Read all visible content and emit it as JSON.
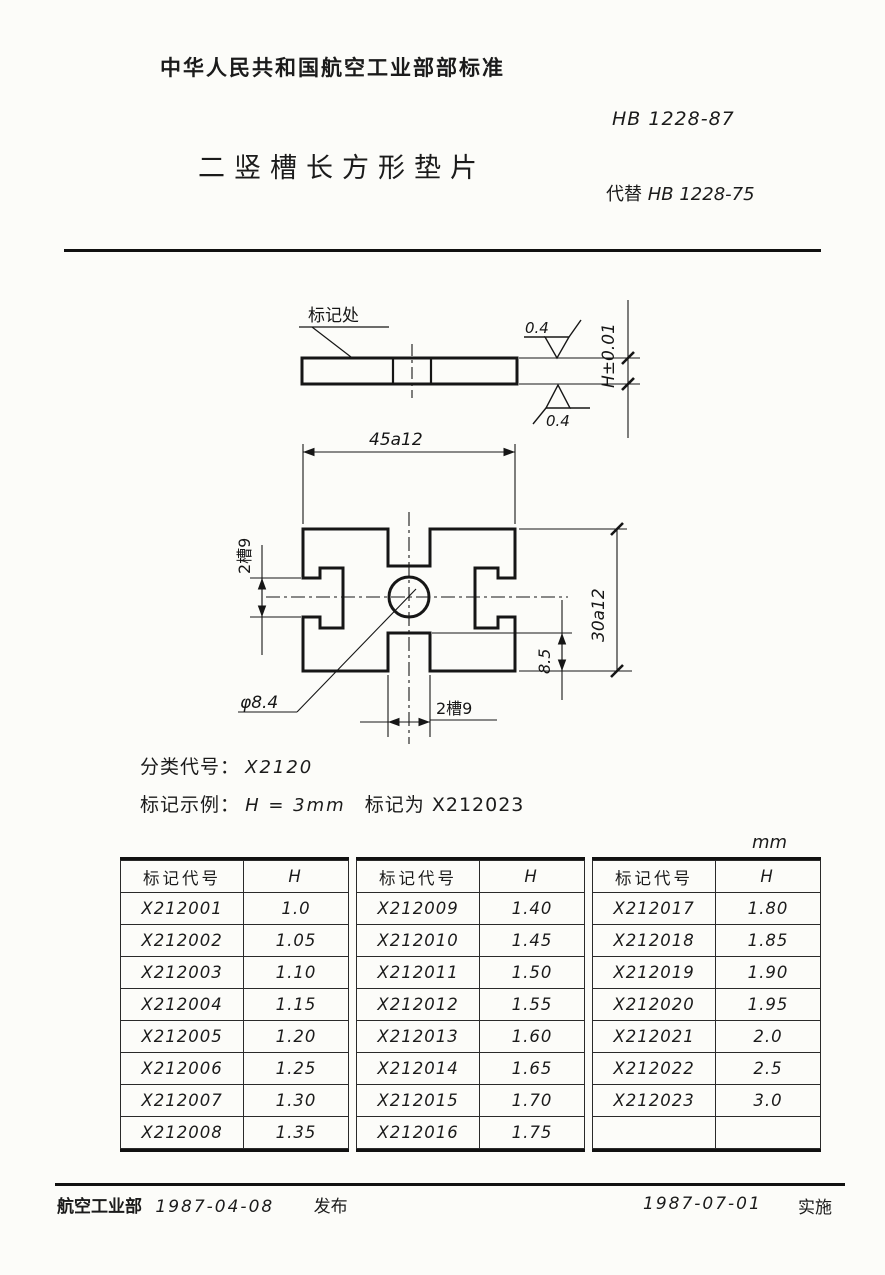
{
  "header": {
    "org_line": "中华人民共和国航空工业部部标准",
    "std_no": "HB 1228-87",
    "title": "二竖槽长方形垫片",
    "supersedes_label": "代替",
    "supersedes_no": "HB 1228-75"
  },
  "drawing": {
    "mark_label": "标记处",
    "rough_top": "0.4",
    "rough_bottom": "0.4",
    "dim_thickness": "H±0.01",
    "dim_width": "45a12",
    "dim_height": "30a12",
    "dim_slot_left": "2槽9",
    "dim_slot_bottom": "2槽9",
    "dim_hole": "φ8.4",
    "dim_depth": "8.5"
  },
  "classification": {
    "label": "分类代号：",
    "value": "X2120"
  },
  "example": {
    "label": "标记示例：",
    "formula": "H = 3mm",
    "text": "标记为 X212023"
  },
  "table": {
    "unit": "mm",
    "col_code": "标记代号",
    "col_h": "H",
    "groups": [
      {
        "rows": [
          {
            "code": "X212001",
            "h": "1.0"
          },
          {
            "code": "X212002",
            "h": "1.05"
          },
          {
            "code": "X212003",
            "h": "1.10"
          },
          {
            "code": "X212004",
            "h": "1.15"
          },
          {
            "code": "X212005",
            "h": "1.20"
          },
          {
            "code": "X212006",
            "h": "1.25"
          },
          {
            "code": "X212007",
            "h": "1.30"
          },
          {
            "code": "X212008",
            "h": "1.35"
          }
        ]
      },
      {
        "rows": [
          {
            "code": "X212009",
            "h": "1.40"
          },
          {
            "code": "X212010",
            "h": "1.45"
          },
          {
            "code": "X212011",
            "h": "1.50"
          },
          {
            "code": "X212012",
            "h": "1.55"
          },
          {
            "code": "X212013",
            "h": "1.60"
          },
          {
            "code": "X212014",
            "h": "1.65"
          },
          {
            "code": "X212015",
            "h": "1.70"
          },
          {
            "code": "X212016",
            "h": "1.75"
          }
        ]
      },
      {
        "rows": [
          {
            "code": "X212017",
            "h": "1.80"
          },
          {
            "code": "X212018",
            "h": "1.85"
          },
          {
            "code": "X212019",
            "h": "1.90"
          },
          {
            "code": "X212020",
            "h": "1.95"
          },
          {
            "code": "X212021",
            "h": "2.0"
          },
          {
            "code": "X212022",
            "h": "2.5"
          },
          {
            "code": "X212023",
            "h": "3.0"
          },
          {
            "code": "",
            "h": ""
          }
        ]
      }
    ]
  },
  "footer": {
    "issuer": "航空工业部",
    "issue_date": "1987-04-08",
    "issue_label": "发布",
    "effective_date": "1987-07-01",
    "effective_label": "实施"
  }
}
